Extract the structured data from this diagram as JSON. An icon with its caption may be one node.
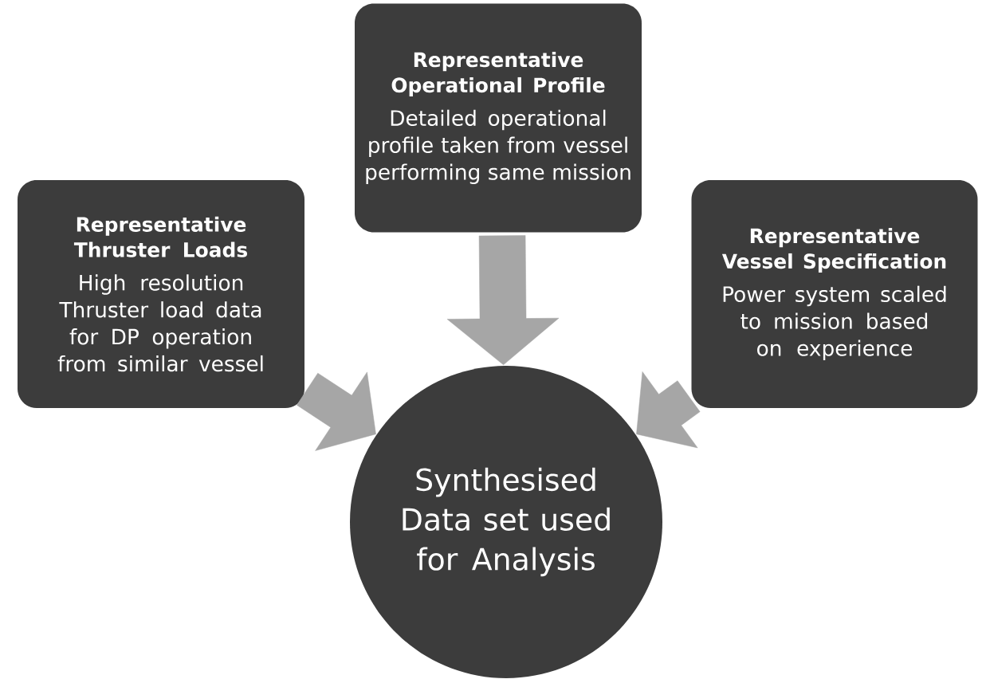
{
  "diagram": {
    "nodes": [
      {
        "text": [
          "Representative Operational Profile",
          "Detailed operational profile taken from vessel performing same mission"
        ]
      },
      {
        "text": [
          "Representative Thruster Loads",
          "High resolution Thruster load data for DP operation from similar vessel"
        ]
      },
      {
        "text": [
          "Representative Vessel Specification",
          "Power system scaled to mission based on experience"
        ]
      },
      {
        "text": [
          "Synthesised Data set used for Analysis"
        ]
      }
    ],
    "edges": [
      {
        "from": 0,
        "to": 3,
        "arrow": "to"
      },
      {
        "from": 1,
        "to": 3,
        "arrow": "to"
      },
      {
        "from": 2,
        "to": 3,
        "arrow": "to"
      }
    ]
  }
}
